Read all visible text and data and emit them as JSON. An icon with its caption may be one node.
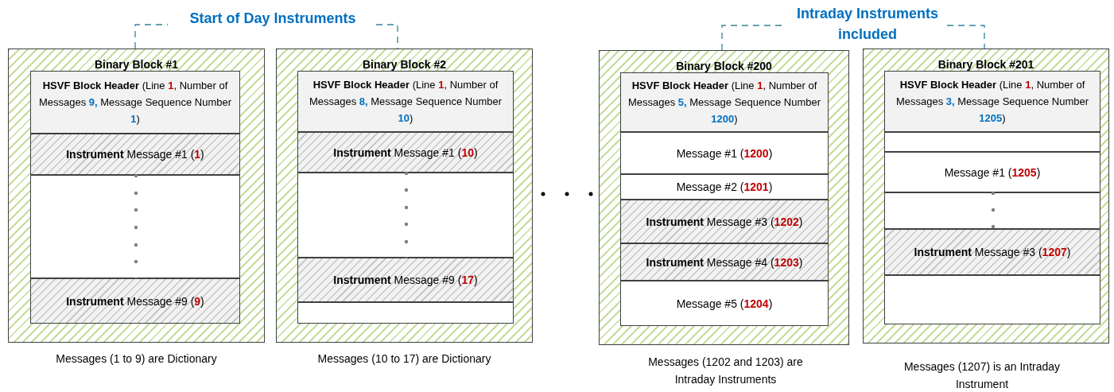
{
  "diagram": {
    "nodes": [
      {
        "text": [
          "Binary Block #1"
        ],
        "beside": [
          "Messages (1 to 9) are Dictionary"
        ]
      },
      {
        "text": [
          "**HSVF Block Header** (Line **1**, Number of Messages **9,** Message Sequence Number **1**)"
        ],
        "in": 0
      },
      {
        "text": [
          "**Instrument** Message #1 (**1**)"
        ],
        "in": 0
      },
      {
        "text": [],
        "shape": "box",
        "in": 0
      },
      {
        "text": [
          "**Instrument** Message #9 (**9**)"
        ],
        "in": 0
      },
      {
        "text": [
          "Binary Block #2"
        ],
        "beside": [
          "Messages (10 to 17) are Dictionary"
        ]
      },
      {
        "text": [
          "**HSVF Block Header** (Line **1**, Number of Messages **8,** Message Sequence Number **10**)"
        ],
        "in": 5
      },
      {
        "text": [
          "**Instrument** Message #1 (**10**)"
        ],
        "in": 5
      },
      {
        "text": [],
        "shape": "box",
        "in": 5
      },
      {
        "text": [
          "**Instrument** Message #9 (**17**)"
        ],
        "in": 5
      },
      {
        "text": [],
        "shape": "box",
        "in": 5
      },
      {
        "text": [
          "Binary Block #200"
        ],
        "beside": [
          "Messages (1202 and 1203) are Intraday Instruments"
        ]
      },
      {
        "text": [
          "**HSVF Block Header** (Line **1**, Number of Messages **5,** Message Sequence Number **1200**)"
        ],
        "in": 11
      },
      {
        "text": [
          "Message #1 (**1200**)"
        ],
        "in": 11
      },
      {
        "text": [
          "Message #2 (**1201**)"
        ],
        "in": 11
      },
      {
        "text": [
          "**Instrument** Message #3 (**1202**)"
        ],
        "in": 11
      },
      {
        "text": [
          "**Instrument** Message #4 (**1203**)"
        ],
        "in": 11
      },
      {
        "text": [
          "Message #5 (**1204**)"
        ],
        "in": 11
      },
      {
        "text": [
          "Binary Block #201"
        ],
        "beside": [
          "Messages (1207) is an Intraday Instrument"
        ]
      },
      {
        "text": [
          "**HSVF Block Header** (Line **1**, Number of Messages **3,** Message Sequence Number **1205**)"
        ],
        "in": 18
      },
      {
        "text": [],
        "shape": "box",
        "in": 18
      },
      {
        "text": [
          "Message #1 (**1205**)"
        ],
        "in": 18
      },
      {
        "text": [],
        "shape": "box",
        "in": 18
      },
      {
        "text": [
          "**Instrument** Message #3 (**1207**)"
        ],
        "in": 18
      },
      {
        "text": [],
        "shape": "box",
        "in": 18
      }
    ],
    "edges": [],
    "labels": [
      "Start of Day Instruments",
      "Intraday Instruments included"
    ]
  }
}
